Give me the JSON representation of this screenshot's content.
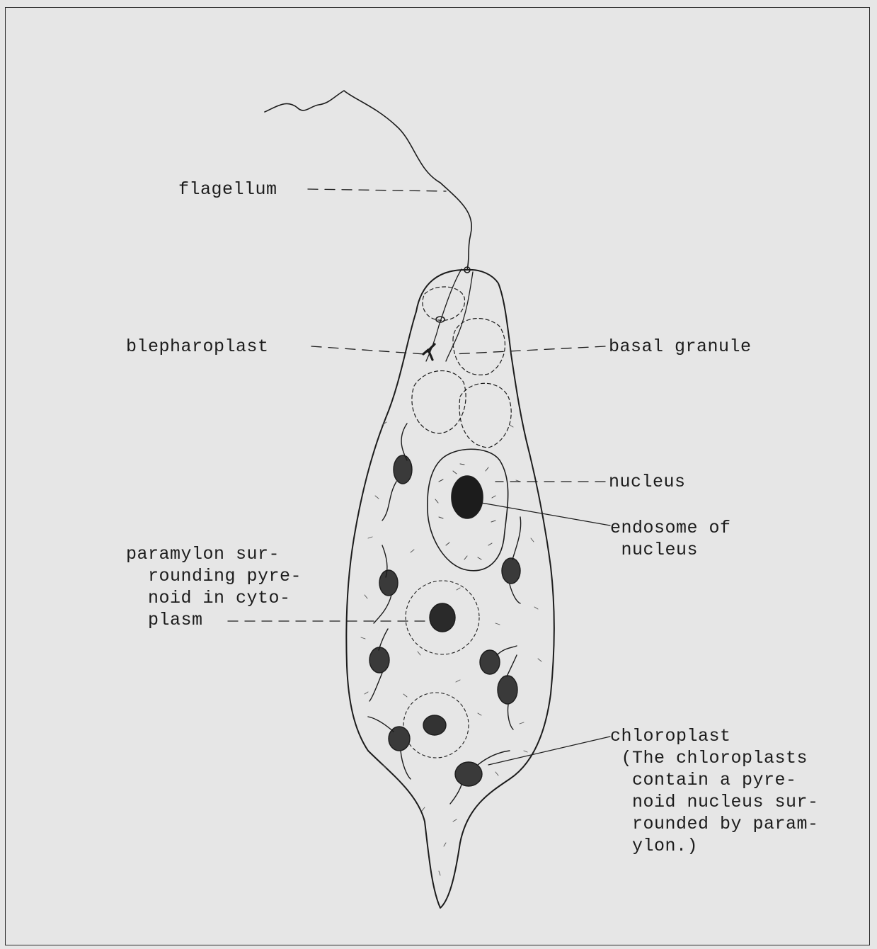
{
  "labels": {
    "flagellum": "flagellum",
    "blepharoplast": "blepharoplast",
    "basal_granule": "basal granule",
    "nucleus": "nucleus",
    "endosome": "endosome of\n nucleus",
    "paramylon": "paramylon sur-\n  rounding pyre-\n  noid in cyto-\n  plasm",
    "chloroplast": "chloroplast\n (The chloroplasts\n  contain a pyre-\n  noid nucleus sur-\n  rounded by param-\n  ylon.)"
  },
  "colors": {
    "paper": "#e6e6e6",
    "ink": "#1c1c1c"
  }
}
